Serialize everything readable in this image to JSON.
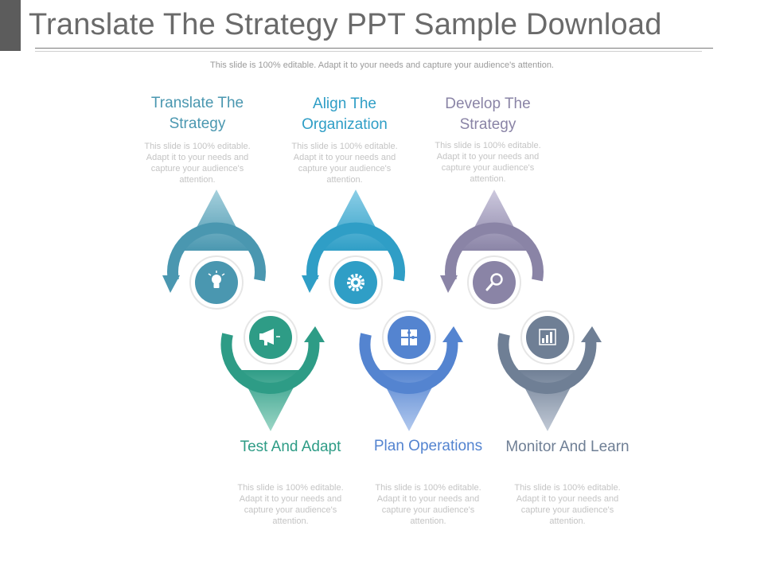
{
  "title": "Translate The Strategy PPT Sample Download",
  "subtitle": "This slide is 100% editable. Adapt it to your needs and capture your audience's attention.",
  "colors": {
    "teal_blue": "#4a97b0",
    "blue": "#2f9ec6",
    "purple": "#8a84a6",
    "green": "#2e9c86",
    "royal_blue": "#5484d0",
    "slate": "#6f7f95"
  },
  "steps": [
    {
      "title": "Translate The Strategy",
      "desc": "This slide is 100% editable. Adapt it to your needs and capture your audience's attention.",
      "icon": "lightbulb-icon",
      "color": "#4a97b0"
    },
    {
      "title": "Align The Organization",
      "desc": "This slide is 100% editable. Adapt it to your needs and capture your audience's attention.",
      "icon": "gear-icon",
      "color": "#2f9ec6"
    },
    {
      "title": "Develop The Strategy",
      "desc": "This slide is 100% editable. Adapt it to your needs and capture your audience's attention.",
      "icon": "magnifier-icon",
      "color": "#8a84a6"
    },
    {
      "title": "Test And Adapt",
      "desc": "This slide is 100% editable. Adapt it to your needs and capture your audience's attention.",
      "icon": "megaphone-icon",
      "color": "#2e9c86"
    },
    {
      "title": "Plan Operations",
      "desc": "This slide is 100% editable. Adapt it to your needs and capture your audience's attention.",
      "icon": "puzzle-icon",
      "color": "#5484d0"
    },
    {
      "title": "Monitor And Learn",
      "desc": "This slide is 100% editable. Adapt it to your needs and capture your audience's attention.",
      "icon": "bar-chart-icon",
      "color": "#6f7f95"
    }
  ]
}
